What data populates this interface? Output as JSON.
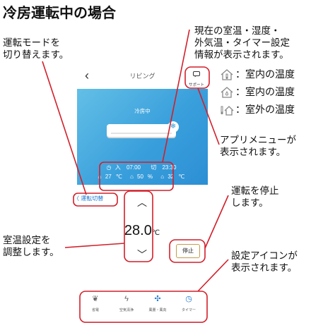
{
  "page_title": "冷房運転中の場合",
  "callouts": {
    "mode_switch": "運転モードを\n切り替えます。",
    "info_display": "現在の室温・湿度・\n外気温・タイマー設定\n情報が表示されます。",
    "app_menu": "アプリメニューが\n表示されます。",
    "stop": "運転を停止\nします。",
    "temp_adjust": "室温設定を\n調整します。",
    "setting_icons": "設定アイコンが\n表示されます。"
  },
  "legend": [
    {
      "icon": "house-thermometer-icon",
      "text": "：室内の温度"
    },
    {
      "icon": "house-humidity-icon",
      "text": "：室内の温度"
    },
    {
      "icon": "outdoor-thermometer-icon",
      "text": "：室外の温度"
    }
  ],
  "app": {
    "back": "‹",
    "room_name": "リビング",
    "support_label": "サポート",
    "status": "冷房中",
    "timer": {
      "on_label": "入",
      "on_time": "07:00",
      "off_label": "切",
      "off_time": "23:30"
    },
    "readings": {
      "indoor_temp": "27",
      "indoor_temp_unit": "℃",
      "humidity": "50",
      "humidity_unit": "%",
      "outdoor_temp": "32",
      "outdoor_temp_unit": "℃"
    },
    "mode_switch_label": "〈 運転切替",
    "temp_up": "︿",
    "temp_value": "28.0",
    "temp_unit": "℃",
    "temp_down": "﹀",
    "stop_label": "停止",
    "nav": [
      {
        "label": "省電",
        "icon": "leaf-icon",
        "color": "#666666"
      },
      {
        "label": "空気清浄",
        "icon": "lightning-icon",
        "color": "#666666"
      },
      {
        "label": "風量・風向",
        "icon": "fan-icon",
        "color": "#1f77d0"
      },
      {
        "label": "タイマー",
        "icon": "clock-icon",
        "color": "#1f77d0"
      }
    ]
  },
  "colors": {
    "highlight": "#d21f2a",
    "panel_blue": "#3aa0dc",
    "link_blue": "#1f77d0"
  }
}
